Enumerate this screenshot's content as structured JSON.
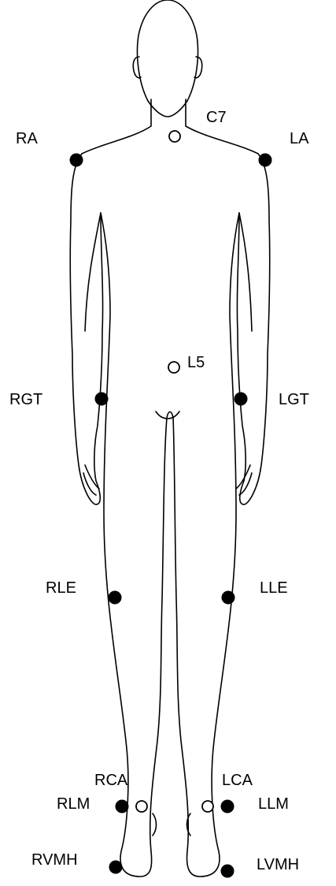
{
  "diagram": {
    "line_color": "#000000",
    "background": "#ffffff",
    "markers": [
      {
        "id": "c7",
        "label": "C7",
        "style": "open"
      },
      {
        "id": "ra",
        "label": "RA",
        "style": "filled"
      },
      {
        "id": "la",
        "label": "LA",
        "style": "filled"
      },
      {
        "id": "l5",
        "label": "L5",
        "style": "open"
      },
      {
        "id": "rgt",
        "label": "RGT",
        "style": "filled"
      },
      {
        "id": "lgt",
        "label": "LGT",
        "style": "filled"
      },
      {
        "id": "rle",
        "label": "RLE",
        "style": "filled"
      },
      {
        "id": "lle",
        "label": "LLE",
        "style": "filled"
      },
      {
        "id": "rca",
        "label": "RCA",
        "style": "open"
      },
      {
        "id": "lca",
        "label": "LCA",
        "style": "open"
      },
      {
        "id": "rlm",
        "label": "RLM",
        "style": "filled"
      },
      {
        "id": "llm",
        "label": "LLM",
        "style": "filled"
      },
      {
        "id": "rvmh",
        "label": "RVMH",
        "style": "filled"
      },
      {
        "id": "lvmh",
        "label": "LVMH",
        "style": "filled"
      }
    ]
  }
}
